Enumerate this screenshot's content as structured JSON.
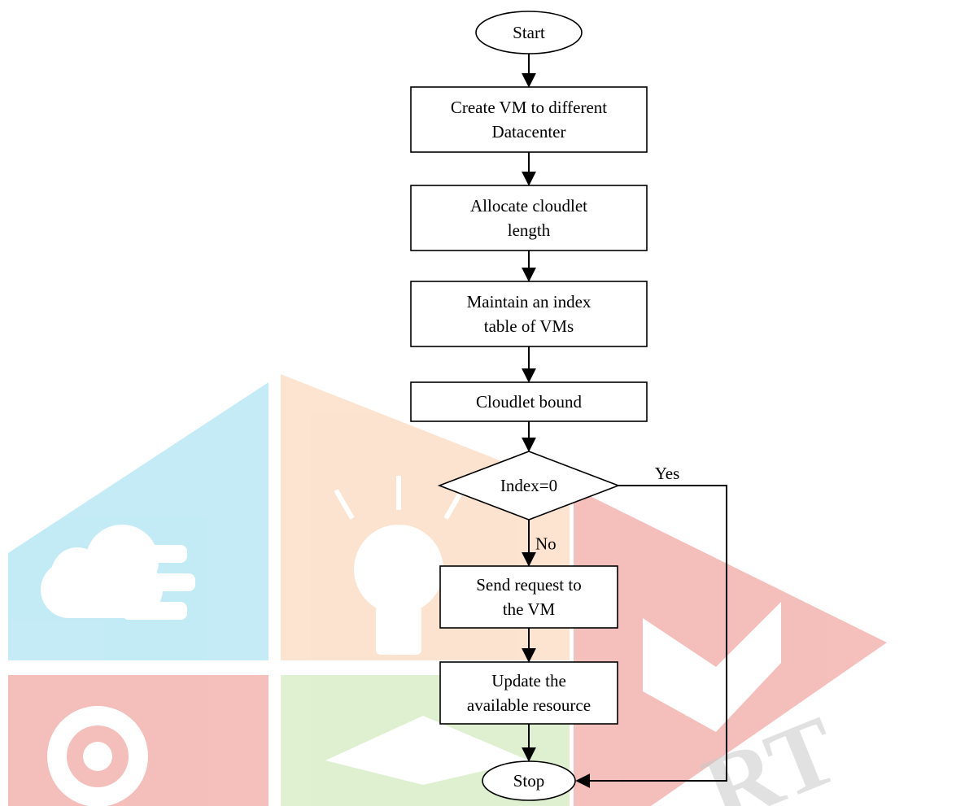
{
  "colors": {
    "watermark_cyan": "#56c7e6",
    "watermark_orange": "#f5b27a",
    "watermark_red": "#e2473e",
    "watermark_green": "#a5d67a",
    "watermark_grey": "#c9c9c9",
    "line": "#000000",
    "node_fill": "#ffffff"
  },
  "watermark": {
    "icons": [
      "cloud-icon",
      "lightbulb-icon",
      "book-icon",
      "gear-icon",
      "graduation-cap-icon"
    ],
    "text": "RT"
  },
  "nodes": {
    "start": {
      "shape": "ellipse",
      "lines": [
        "Start"
      ]
    },
    "create_vm": {
      "shape": "rect",
      "lines": [
        "Create VM to different",
        "Datacenter"
      ]
    },
    "allocate": {
      "shape": "rect",
      "lines": [
        "Allocate cloudlet",
        "length"
      ]
    },
    "maintain": {
      "shape": "rect",
      "lines": [
        "Maintain an index",
        "table of VMs"
      ]
    },
    "bound": {
      "shape": "rect",
      "lines": [
        "Cloudlet bound"
      ]
    },
    "decision": {
      "shape": "diamond",
      "lines": [
        "Index=0"
      ]
    },
    "send": {
      "shape": "rect",
      "lines": [
        "Send request to",
        "the VM"
      ]
    },
    "update": {
      "shape": "rect",
      "lines": [
        "Update the",
        "available resource"
      ]
    },
    "stop": {
      "shape": "ellipse",
      "lines": [
        "Stop"
      ]
    }
  },
  "edges": [
    {
      "from": "start",
      "to": "create_vm",
      "label": ""
    },
    {
      "from": "create_vm",
      "to": "allocate",
      "label": ""
    },
    {
      "from": "allocate",
      "to": "maintain",
      "label": ""
    },
    {
      "from": "maintain",
      "to": "bound",
      "label": ""
    },
    {
      "from": "bound",
      "to": "decision",
      "label": ""
    },
    {
      "from": "decision",
      "to": "send",
      "label": "No"
    },
    {
      "from": "send",
      "to": "update",
      "label": ""
    },
    {
      "from": "update",
      "to": "stop",
      "label": ""
    },
    {
      "from": "decision",
      "to": "stop",
      "label": "Yes"
    }
  ]
}
